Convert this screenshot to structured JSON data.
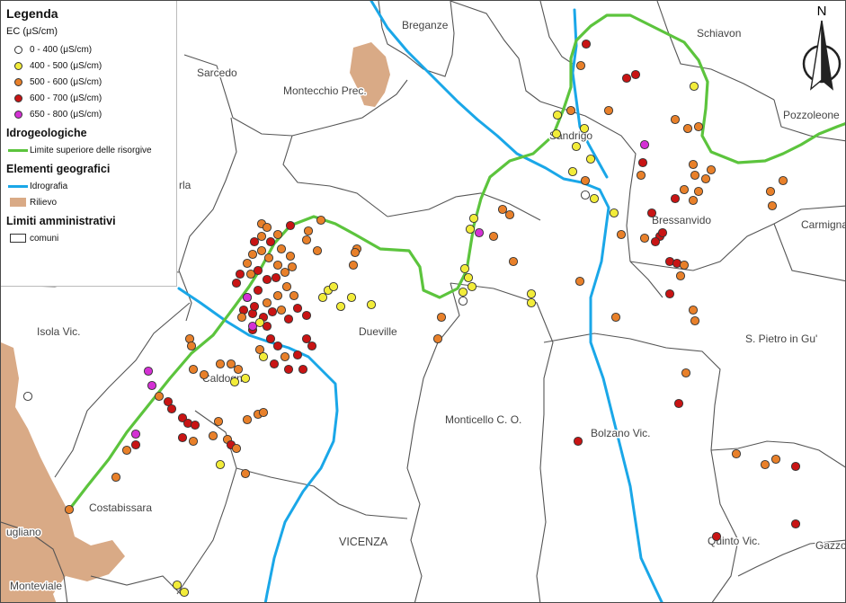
{
  "legend": {
    "title": "Legenda",
    "ec_header": "EC (μS/cm)",
    "ec_classes": [
      {
        "label": "0 - 400  (μS/cm)",
        "color": "#ffffff"
      },
      {
        "label": "400 - 500  (μS/cm)",
        "color": "#f2ec3a"
      },
      {
        "label": "500 - 600  (μS/cm)",
        "color": "#e8802a"
      },
      {
        "label": "600 - 700  (μS/cm)",
        "color": "#c81414"
      },
      {
        "label": "650 - 800  (μS/cm)",
        "color": "#d431d4"
      }
    ],
    "hydrogeo_header": "Idrogeologiche",
    "springs_label": "Limite superiore delle risorgive",
    "geo_header": "Elementi geografici",
    "hydro_label": "Idrografia",
    "relief_label": "Rilievo",
    "admin_header": "Limiti amministrativi",
    "municipality_label": "comuni"
  },
  "north_letter": "N",
  "colors": {
    "springs_line": "#5cc43d",
    "rivers": "#1aa7e8",
    "relief": "#d9aa86",
    "boundaries": "#555555"
  },
  "places": [
    {
      "name": "Breganze"
    },
    {
      "name": "Schiavon"
    },
    {
      "name": "Sarcedo"
    },
    {
      "name": "Montecchio Prec."
    },
    {
      "name": "Pozzoleone"
    },
    {
      "name": "Sandrigo"
    },
    {
      "name": "Bressanvido"
    },
    {
      "name": "Carmignano"
    },
    {
      "name": "rla"
    },
    {
      "name": "Dueville"
    },
    {
      "name": "Isola Vic."
    },
    {
      "name": "Caldogno"
    },
    {
      "name": "S. Pietro in Gu'"
    },
    {
      "name": "Monticello C. O."
    },
    {
      "name": "Bolzano Vic."
    },
    {
      "name": "Costabissara"
    },
    {
      "name": "ugliano"
    },
    {
      "name": "VICENZA"
    },
    {
      "name": "Quinto Vic."
    },
    {
      "name": "Gazzo"
    },
    {
      "name": "Monteviale"
    }
  ]
}
